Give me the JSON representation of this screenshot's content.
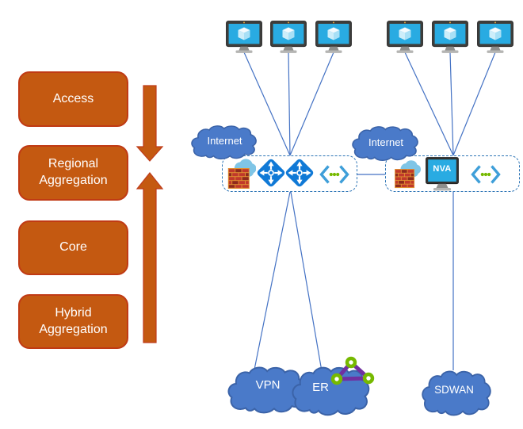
{
  "layer_panel": {
    "items": [
      {
        "label": "Access"
      },
      {
        "label": "Regional Aggregation"
      },
      {
        "label": "Core"
      },
      {
        "label": "Hybrid Aggregation"
      }
    ]
  },
  "hubs": {
    "left": {
      "icons": [
        "firewall",
        "router",
        "router",
        "expressroute-circuit"
      ]
    },
    "right": {
      "icons": [
        "firewall",
        "nva-monitor",
        "expressroute-circuit"
      ],
      "nva_label": "NVA"
    }
  },
  "clouds": {
    "internet_left": "Internet",
    "internet_right": "Internet",
    "vpn": "VPN",
    "er": "ER",
    "sdwan": "SDWAN"
  },
  "colors": {
    "layer_orange": "#c45911",
    "layer_border_red": "#c03a14",
    "connector_blue": "#4472c4",
    "hub_border_blue": "#2e75b6",
    "cloud_blue": "#4a7ac9",
    "screen_blue": "#29abe2",
    "router_blue": "#1079d6",
    "dot_green": "#76b900",
    "mesh_purple": "#7030a0",
    "brick_red": "#c0392b"
  }
}
